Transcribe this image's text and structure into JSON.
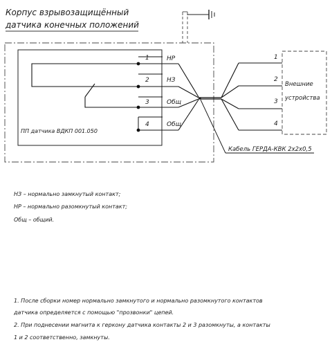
{
  "title": [
    "Корпус взрывозащищённый",
    "датчика конечных положений"
  ],
  "board_label": "ПП датчика ВДКП 001.050",
  "pins": [
    {
      "num": "1",
      "name": "НР"
    },
    {
      "num": "2",
      "name": "НЗ"
    },
    {
      "num": "3",
      "name": "Общ"
    },
    {
      "num": "4",
      "name": "Общ"
    }
  ],
  "ext_pins": [
    "1",
    "2",
    "3",
    "4"
  ],
  "ext_device": [
    "Внешние",
    "устройства"
  ],
  "cable_label": "Кабель ГЕРДА-КВК 2х2х0,5",
  "legend": [
    "НЗ – нормально замкнутый контакт;",
    "НР – нормально разомкнутый контакт;",
    "Общ – общий."
  ],
  "notes": [
    "1.  После сборки номер нормально замкнутого и нормально разомкнутого контактов",
    "датчика определяется с помощью \"прозвонки\" цепей.",
    "2.   При поднесении магнита к геркону датчика контакты 2 и 3 разомкнуты, а контакты",
    "1 и 2 соответственно, замкнуты."
  ]
}
